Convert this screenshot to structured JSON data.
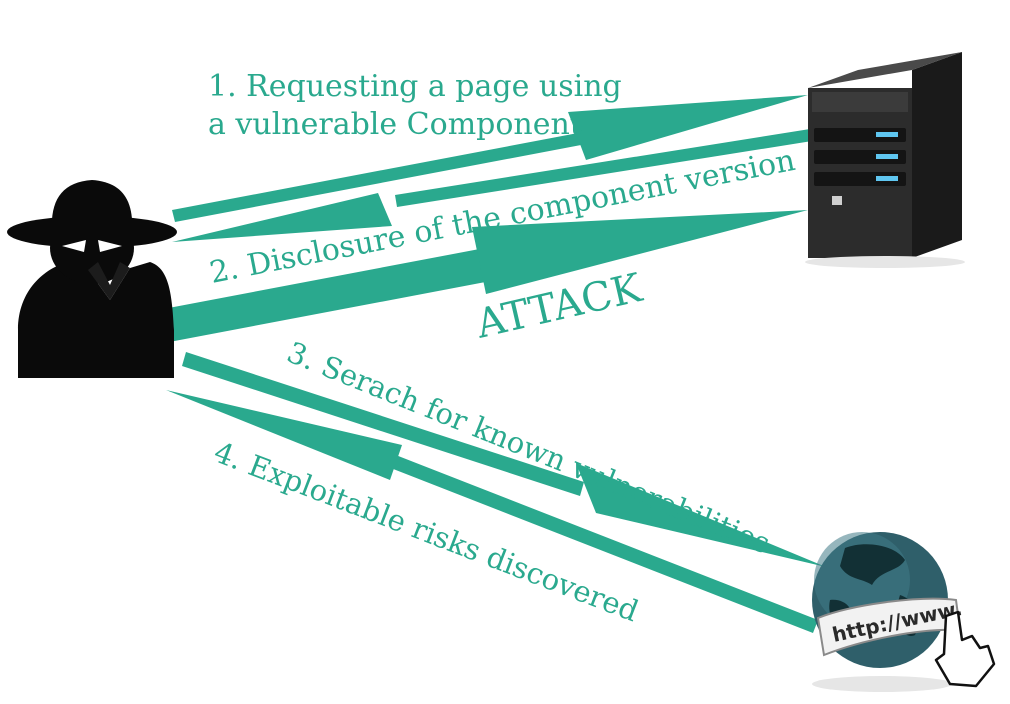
{
  "colors": {
    "arrow": "#2aa98e",
    "hacker": "#0a0a0a",
    "server": "#2c2c2c",
    "globe": "#2f5f6a"
  },
  "labels": {
    "step1_line1": "1. Requesting a page using",
    "step1_line2": "a vulnerable Component",
    "step2": "2. Disclosure of the component version",
    "attack": "ATTACK",
    "step3": "3. Serach for known vulnerabilities",
    "step4": "4. Exploitable risks discovered"
  },
  "globe_banner": "http://www."
}
